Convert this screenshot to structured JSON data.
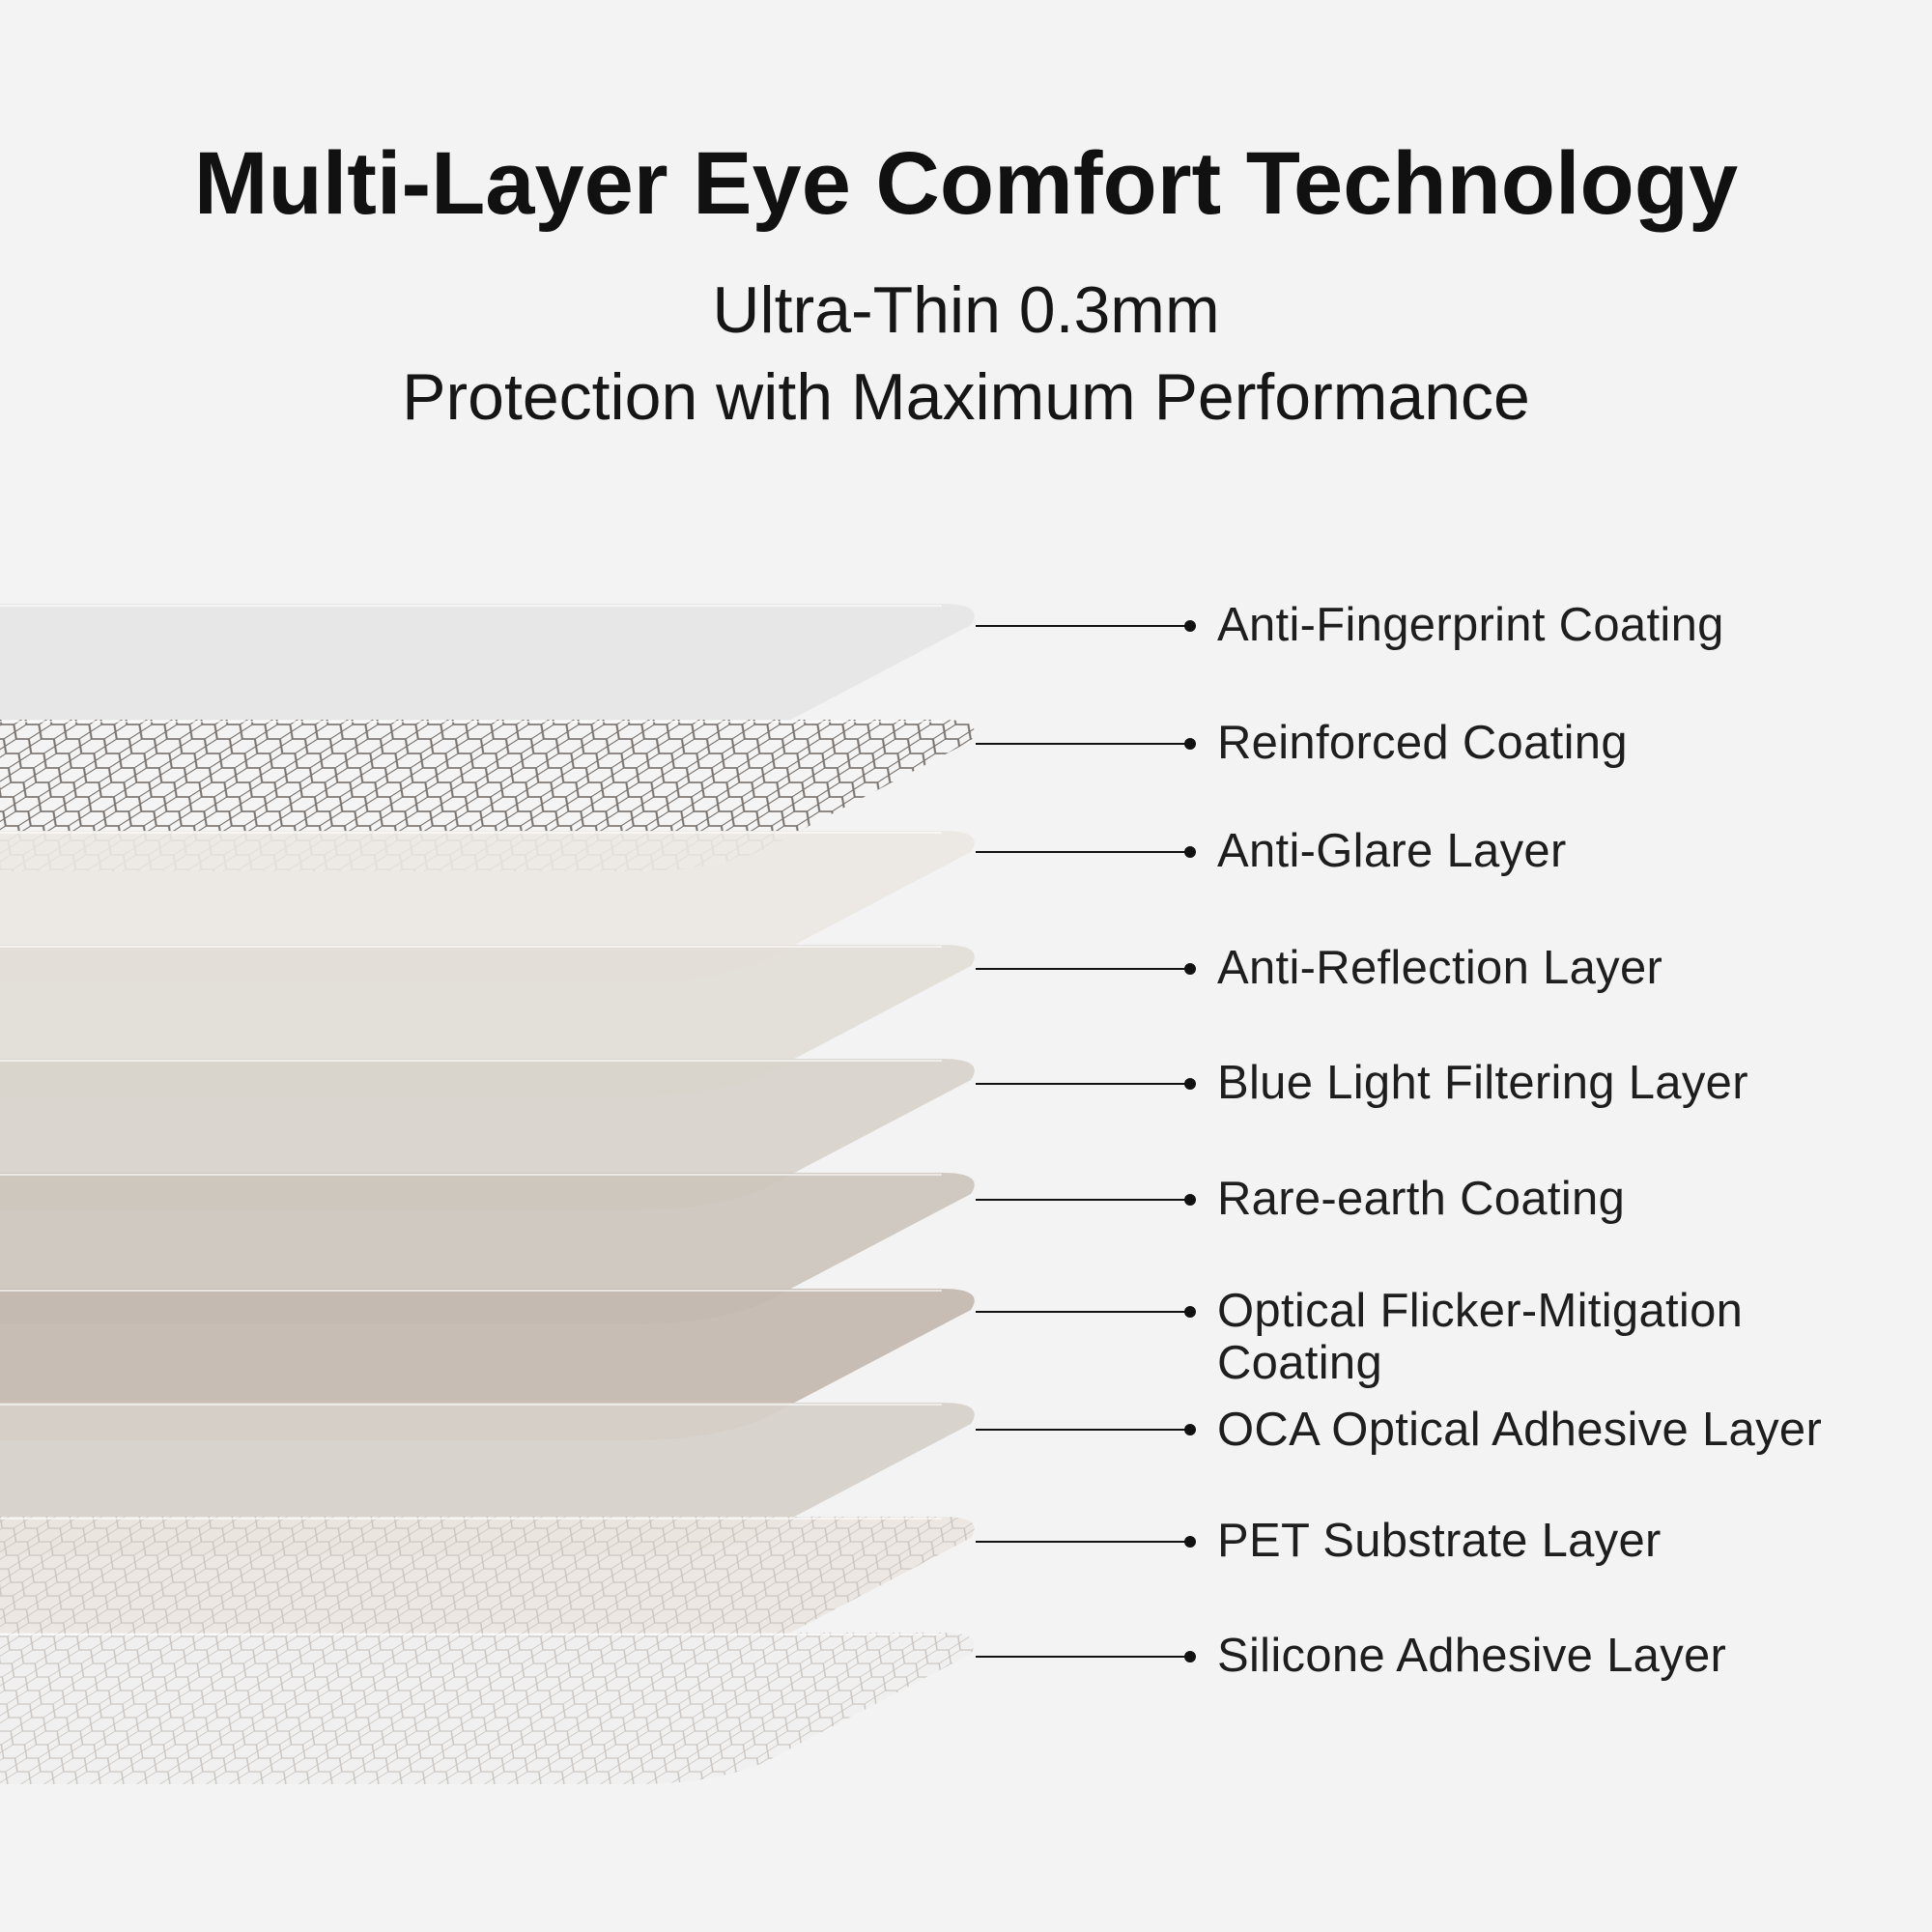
{
  "header": {
    "title": "Multi-Layer Eye Comfort Technology",
    "subtitle_line1": "Ultra-Thin 0.3mm",
    "subtitle_line2": "Protection with Maximum Performance"
  },
  "colors": {
    "background": "#f3f3f3",
    "text": "#111111",
    "leader_line": "#111111"
  },
  "layers": [
    {
      "label": "Anti-Fingerprint Coating",
      "color": "#e6e6e6",
      "pattern": "none"
    },
    {
      "label": "Reinforced Coating",
      "color": "#f4f4f4",
      "pattern": "hex-dark"
    },
    {
      "label": "Anti-Glare Layer",
      "color": "#ece8e4",
      "pattern": "none"
    },
    {
      "label": "Anti-Reflection Layer",
      "color": "#e2ddd7",
      "pattern": "none"
    },
    {
      "label": "Blue Light Filtering Layer",
      "color": "#d8d2cb",
      "pattern": "none"
    },
    {
      "label": "Rare-earth Coating",
      "color": "#cdc5bd",
      "pattern": "none"
    },
    {
      "label_line1": "Optical Flicker-Mitigation",
      "label_line2": "Coating",
      "color": "#c3b9b0",
      "pattern": "none"
    },
    {
      "label": "OCA Optical Adhesive Layer",
      "color": "#d6d0ca",
      "pattern": "none"
    },
    {
      "label": "PET Substrate Layer",
      "color": "#ebe6e1",
      "pattern": "hex-light"
    },
    {
      "label": "Silicone Adhesive Layer",
      "color": "#f0f0f0",
      "pattern": "hex-light"
    }
  ]
}
